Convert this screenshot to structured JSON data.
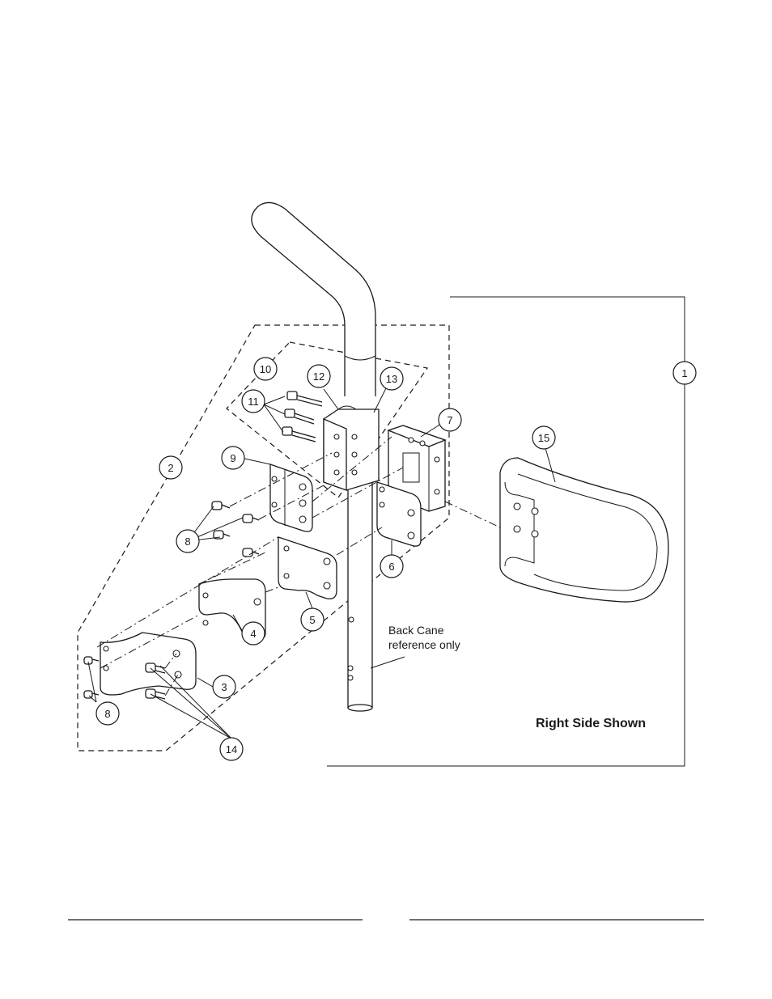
{
  "callouts": [
    "1",
    "2",
    "3",
    "4",
    "5",
    "6",
    "7",
    "8",
    "8",
    "9",
    "10",
    "11",
    "12",
    "13",
    "14",
    "15"
  ],
  "note": {
    "line1": "Back Cane",
    "line2": "reference only"
  },
  "side_label": "Right Side Shown",
  "colors": {
    "ink": "#1a1a1a",
    "background": "#ffffff"
  }
}
